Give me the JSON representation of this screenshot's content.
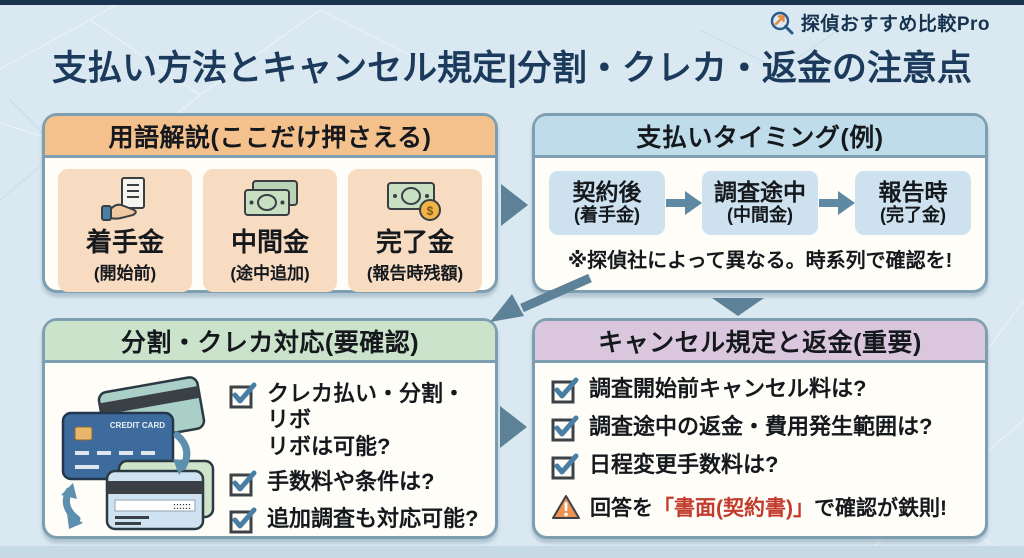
{
  "page": {
    "brand": "探偵おすすめ比較Pro",
    "title": "支払い方法とキャンセル規定|分割・クレカ・返金の注意点"
  },
  "colors": {
    "background": "#d9e8f1",
    "title_navy": "#1c3a5c",
    "panel_border": "#7e9fb1",
    "header_orange": "#f4c08c",
    "header_blue": "#bfdcea",
    "header_green": "#cbe3ca",
    "header_mauve": "#dac7de",
    "card_peach": "#f8dcc2",
    "step_blue": "#cde1ee",
    "arrow_steel": "#5d8196",
    "check_blue": "#4a7fa5",
    "warning_orange": "#ef9351",
    "emphasis_red": "#c23b2c"
  },
  "panels": {
    "terms": {
      "header": "用語解説(ここだけ押さえる)",
      "items": [
        {
          "icon": "hand-document-icon",
          "name": "着手金",
          "note": "(開始前)"
        },
        {
          "icon": "banknotes-icon",
          "name": "中間金",
          "note": "(途中追加)"
        },
        {
          "icon": "banknote-coin-icon",
          "name": "完了金",
          "note": "(報告時残額)"
        }
      ]
    },
    "timing": {
      "header": "支払いタイミング(例)",
      "steps": [
        {
          "label": "契約後",
          "note": "(着手金)"
        },
        {
          "label": "調査途中",
          "note": "(中間金)"
        },
        {
          "label": "報告時",
          "note": "(完了金)"
        }
      ],
      "caution": "※探偵社によって異なる。時系列で確認を!"
    },
    "installment": {
      "header": "分割・クレカ対応(要確認)",
      "checks": [
        {
          "lines": [
            "クレカ払い・分割・リボ",
            "リボは可能?"
          ]
        },
        {
          "lines": [
            "手数料や条件は?"
          ]
        },
        {
          "lines": [
            "追加調査も対応可能?"
          ]
        }
      ]
    },
    "cancel": {
      "header": "キャンセル規定と返金(重要)",
      "checks": [
        "調査開始前キャンセル料は?",
        "調査途中の返金・費用発生範囲は?",
        "日程変更手数料は?"
      ],
      "warning": {
        "pre": "回答を",
        "em": "「書面(契約書)」",
        "post": "で確認が鉄則!"
      }
    }
  }
}
